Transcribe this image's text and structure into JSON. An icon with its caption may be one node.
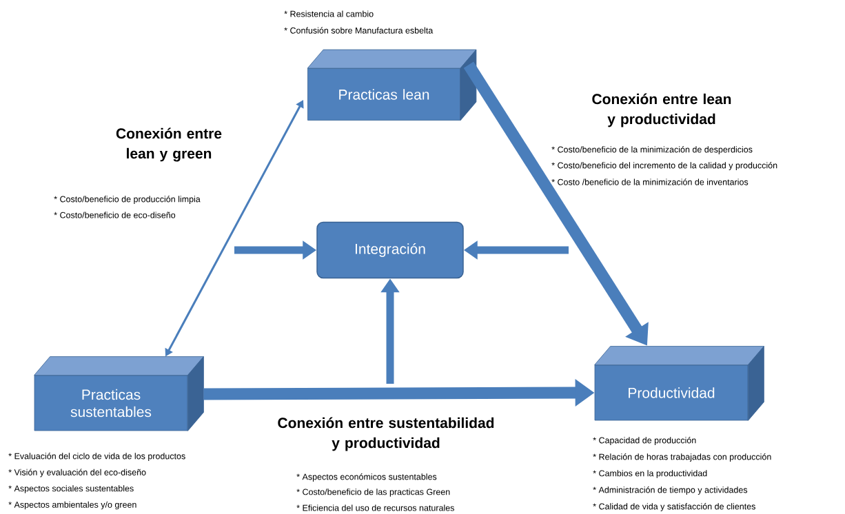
{
  "diagram": {
    "nodes": [
      {
        "text": [
          "Practicas lean"
        ],
        "beside": [
          "* Resistencia al cambio",
          "* Confusión sobre Manufactura esbelta"
        ]
      },
      {
        "text": [
          "Integración"
        ]
      },
      {
        "text": [
          "Practicas sustentables"
        ],
        "beside": [
          "* Evaluación del ciclo de vida de los productos",
          "* Visión y evaluación del eco-diseño",
          "* Aspectos sociales sustentables",
          "* Aspectos ambientales y/o green"
        ]
      },
      {
        "text": [
          "Productividad"
        ],
        "beside": [
          "* Capacidad de producción",
          "* Relación de horas trabajadas con producción",
          "* Cambios en la productividad",
          "* Administración de tiempo y actividades",
          "* Calidad de vida y satisfacción de clientes"
        ]
      }
    ],
    "edges": [
      {
        "from": 0,
        "to": 2,
        "arrow": "both"
      },
      {
        "from": 0,
        "to": 3,
        "arrow": "to"
      },
      {
        "from": 2,
        "to": 3,
        "arrow": "to"
      },
      {
        "from": null,
        "to": 1,
        "arrow": "to"
      },
      {
        "from": null,
        "to": 1,
        "arrow": "to"
      },
      {
        "from": null,
        "to": 1,
        "arrow": "to"
      }
    ],
    "labels": [
      "Conexión entre lean y green",
      "* Costo/beneficio de producción limpia",
      "* Costo/beneficio de eco-diseño",
      "Conexión entre lean y productividad",
      "* Costo/beneficio de la minimización de desperdicios",
      "* Costo/beneficio del incremento de la calidad y producción",
      "* Costo /beneficio de la minimización de inventarios",
      "Conexión entre sustentabilidad y productividad",
      "* Aspectos económicos sustentables",
      "* Costo/beneficio de las practicas Green",
      "* Eficiencia del uso de recursos naturales"
    ]
  }
}
